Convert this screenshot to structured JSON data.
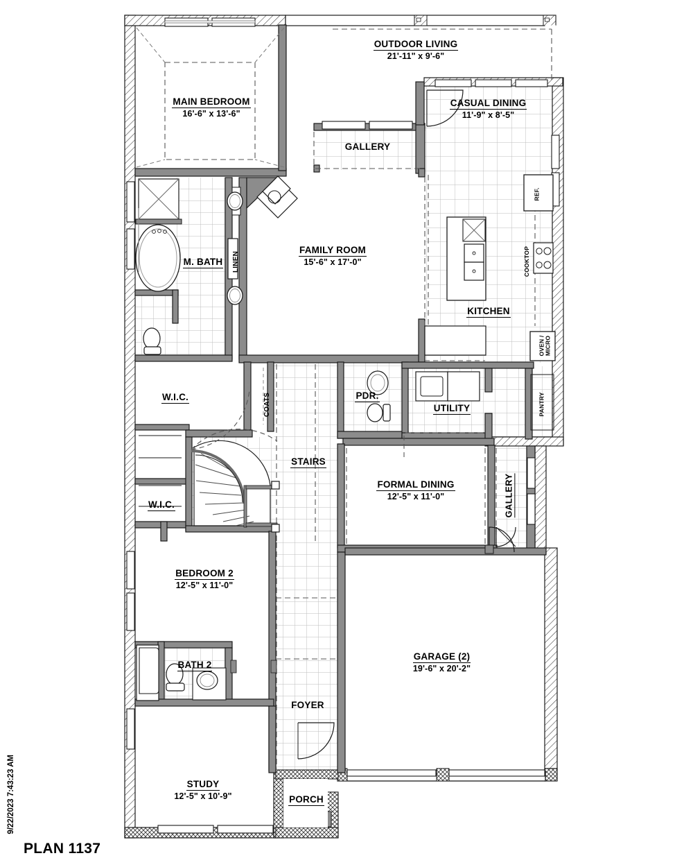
{
  "sheet": {
    "plan_label": "PLAN 1137",
    "timestamp": "9/22/2023 7:43:23 AM"
  },
  "rooms": [
    {
      "key": "outdoor_living",
      "name": "OUTDOOR LIVING",
      "dim": "21'-11\" x 9'-6\""
    },
    {
      "key": "main_bedroom",
      "name": "MAIN BEDROOM",
      "dim": "16'-6\" x 13'-6\""
    },
    {
      "key": "casual_dining",
      "name": "CASUAL DINING",
      "dim": "11'-9\" x 8'-5\""
    },
    {
      "key": "gallery_top",
      "name": "GALLERY",
      "dim": ""
    },
    {
      "key": "family_room",
      "name": "FAMILY ROOM",
      "dim": "15'-6\" x 17'-0\""
    },
    {
      "key": "m_bath",
      "name": "M. BATH",
      "dim": ""
    },
    {
      "key": "kitchen",
      "name": "KITCHEN",
      "dim": ""
    },
    {
      "key": "wic_upper",
      "name": "W.I.C.",
      "dim": ""
    },
    {
      "key": "wic_lower",
      "name": "W.I.C.",
      "dim": ""
    },
    {
      "key": "pdr",
      "name": "PDR.",
      "dim": ""
    },
    {
      "key": "utility",
      "name": "UTILITY",
      "dim": ""
    },
    {
      "key": "stairs",
      "name": "STAIRS",
      "dim": ""
    },
    {
      "key": "formal_dining",
      "name": "FORMAL DINING",
      "dim": "12'-5\" x 11'-0\""
    },
    {
      "key": "bedroom_2",
      "name": "BEDROOM 2",
      "dim": "12'-5\" x 11'-0\""
    },
    {
      "key": "bath_2",
      "name": "BATH 2",
      "dim": ""
    },
    {
      "key": "garage",
      "name": "GARAGE (2)",
      "dim": "19'-6\" x 20'-2\""
    },
    {
      "key": "foyer",
      "name": "FOYER",
      "dim": ""
    },
    {
      "key": "study",
      "name": "STUDY",
      "dim": "12'-5\" x 10'-9\""
    },
    {
      "key": "porch",
      "name": "PORCH",
      "dim": ""
    },
    {
      "key": "gallery_right",
      "name": "GALLERY",
      "dim": ""
    }
  ],
  "fixtures": {
    "ref": "REF.",
    "cooktop": "COOKTOP",
    "oven_micro_line1": "OVEN /",
    "oven_micro_line2": "MICRO",
    "pantry": "PANTRY",
    "linen": "LINEN",
    "coats": "COATS"
  },
  "colors": {
    "ink": "#000000",
    "wall_fill": "#8c8c8c",
    "wall_line": "#1a1a1a",
    "tile_line": "#b4b4b4",
    "dash_line": "#555555",
    "paper": "#ffffff"
  }
}
